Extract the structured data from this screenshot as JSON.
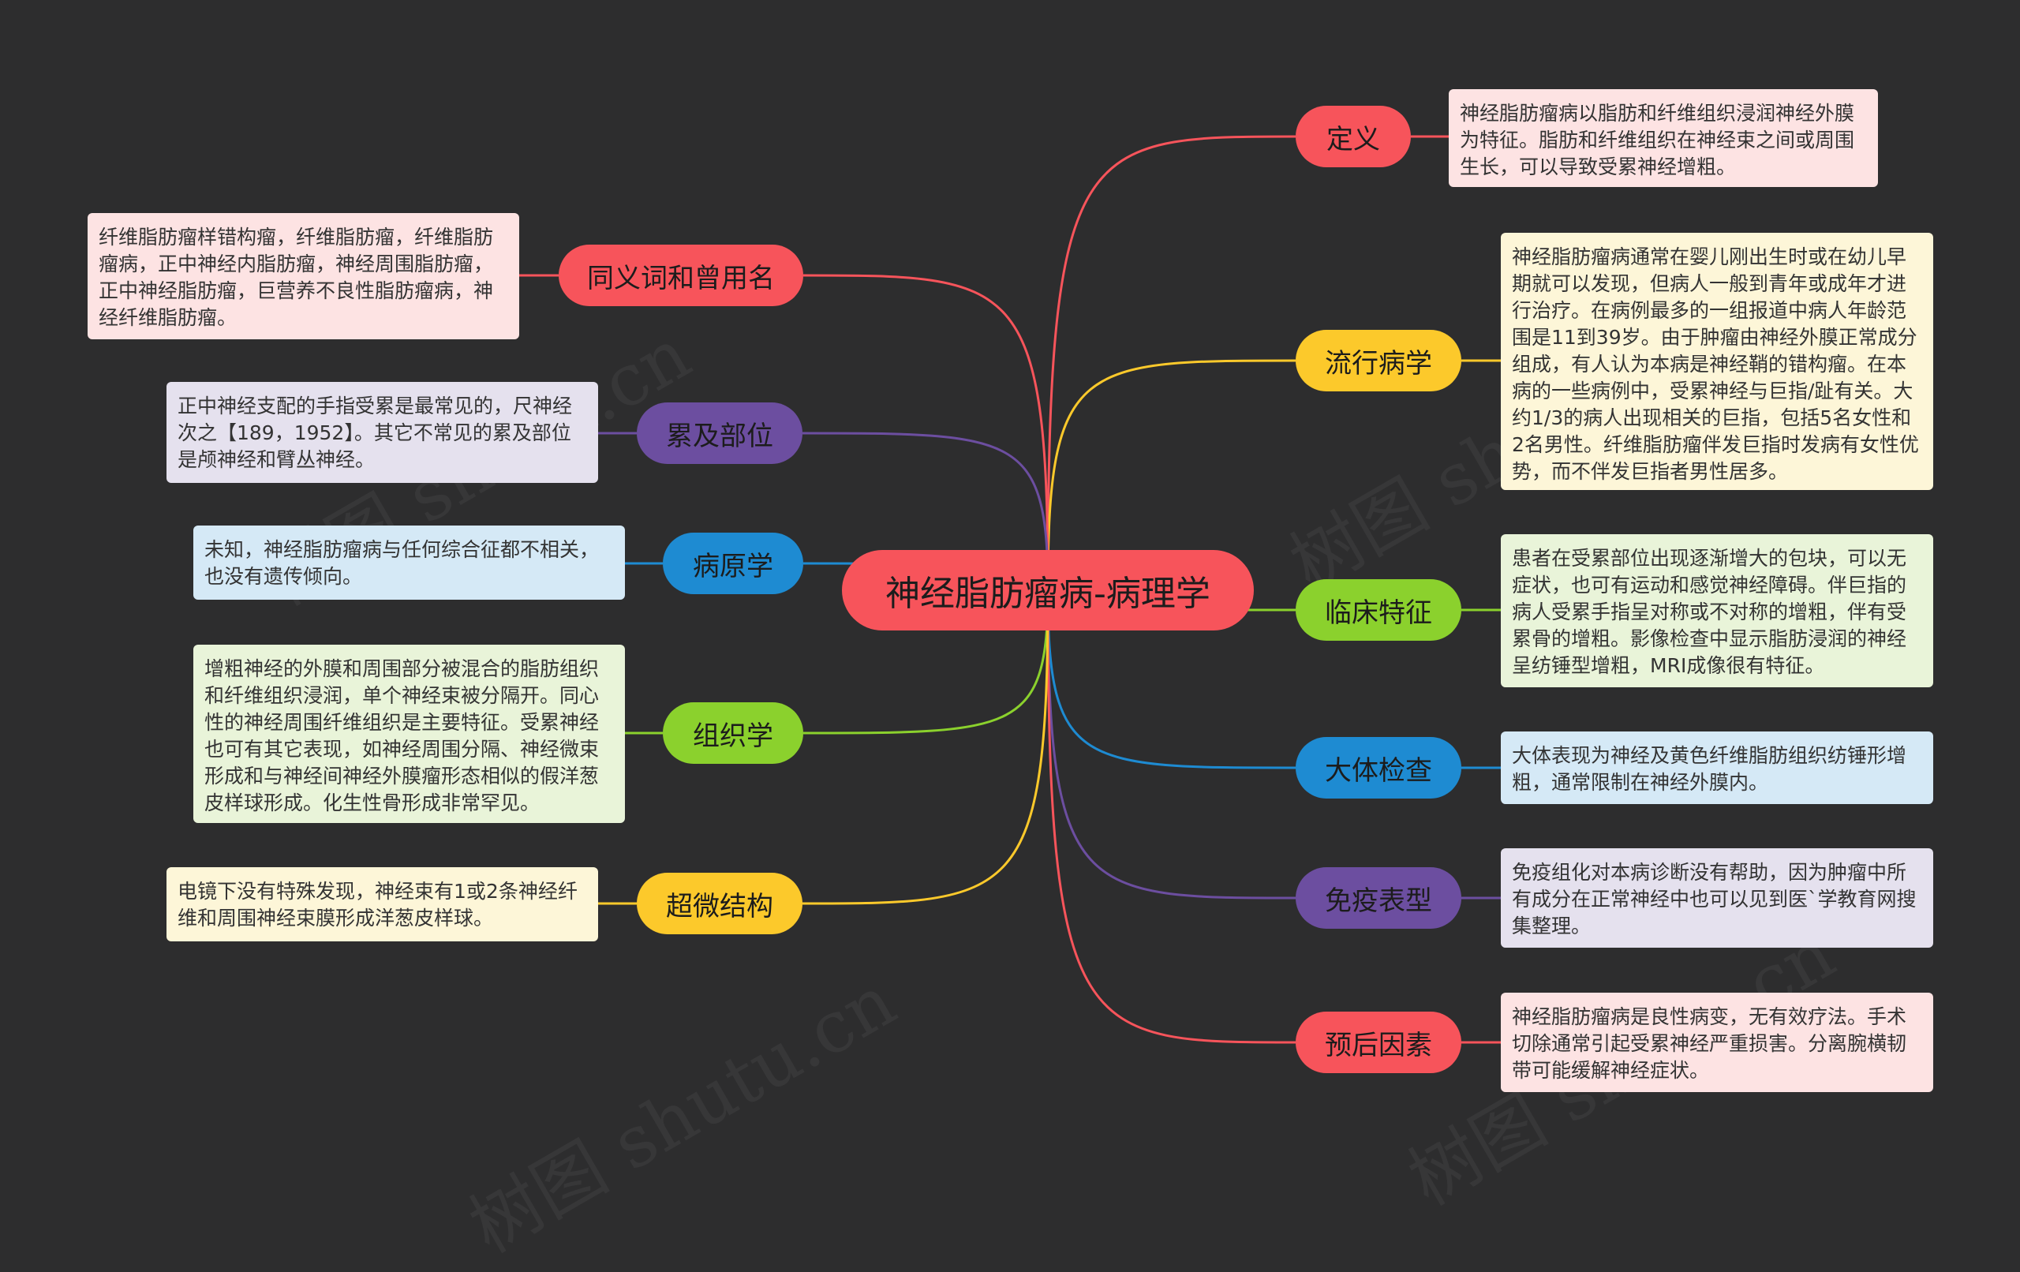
{
  "root": {
    "label": "神经脂肪瘤病-病理学"
  },
  "watermark": "树图 shutu.cn",
  "colors": {
    "red": "#f7545b",
    "yellow": "#fcc92b",
    "green": "#8bd12d",
    "blue": "#1e8bd2",
    "purple": "#6c4ea0",
    "leaf_red": "#fde3e3",
    "leaf_yellow": "#fdf6d8",
    "leaf_green": "#e9f4d9",
    "leaf_blue": "#d5e9f6",
    "leaf_purple": "#e5e1ee"
  },
  "topics": {
    "definition": {
      "label": "定义",
      "text": "神经脂肪瘤病以脂肪和纤维组织浸润神经外膜为特征。脂肪和纤维组织在神经束之间或周围生长，可以导致受累神经增粗。"
    },
    "epidemiology": {
      "label": "流行病学",
      "text": "神经脂肪瘤病通常在婴儿刚出生时或在幼儿早期就可以发现，但病人一般到青年或成年才进行治疗。在病例最多的一组报道中病人年龄范围是11到39岁。由于肿瘤由神经外膜正常成分组成，有人认为本病是神经鞘的错构瘤。在本病的一些病例中，受累神经与巨指/趾有关。大约1/3的病人出现相关的巨指，包括5名女性和2名男性。纤维脂肪瘤伴发巨指时发病有女性优势，而不伴发巨指者男性居多。"
    },
    "clinical": {
      "label": "临床特征",
      "text": "患者在受累部位出现逐渐增大的包块，可以无症状，也可有运动和感觉神经障碍。伴巨指的病人受累手指呈对称或不对称的增粗，伴有受累骨的增粗。影像检查中显示脂肪浸润的神经呈纺锤型增粗，MRI成像很有特征。"
    },
    "gross": {
      "label": "大体检查",
      "text": "大体表现为神经及黄色纤维脂肪组织纺锤形增粗，通常限制在神经外膜内。"
    },
    "immuno": {
      "label": "免疫表型",
      "text": "免疫组化对本病诊断没有帮助，因为肿瘤中所有成分在正常神经中也可以见到医`学教育网搜集整理。"
    },
    "prognosis": {
      "label": "预后因素",
      "text": "神经脂肪瘤病是良性病变，无有效疗法。手术切除通常引起受累神经严重损害。分离腕横韧带可能缓解神经症状。"
    },
    "synonyms": {
      "label": "同义词和曾用名",
      "text": "纤维脂肪瘤样错构瘤，纤维脂肪瘤，纤维脂肪瘤病，正中神经内脂肪瘤，神经周围脂肪瘤，正中神经脂肪瘤，巨营养不良性脂肪瘤病，神经纤维脂肪瘤。"
    },
    "sites": {
      "label": "累及部位",
      "text": "正中神经支配的手指受累是最常见的，尺神经次之【189，1952】。其它不常见的累及部位是颅神经和臂丛神经。"
    },
    "etiology": {
      "label": "病原学",
      "text": "未知，神经脂肪瘤病与任何综合征都不相关，也没有遗传倾向。"
    },
    "histology": {
      "label": "组织学",
      "text": "增粗神经的外膜和周围部分被混合的脂肪组织和纤维组织浸润，单个神经束被分隔开。同心性的神经周围纤维组织是主要特征。受累神经也可有其它表现，如神经周围分隔、神经微束形成和与神经间神经外膜瘤形态相似的假洋葱皮样球形成。化生性骨形成非常罕见。"
    },
    "ultra": {
      "label": "超微结构",
      "text": "电镜下没有特殊发现，神经束有1或2条神经纤维和周围神经束膜形成洋葱皮样球。"
    }
  }
}
